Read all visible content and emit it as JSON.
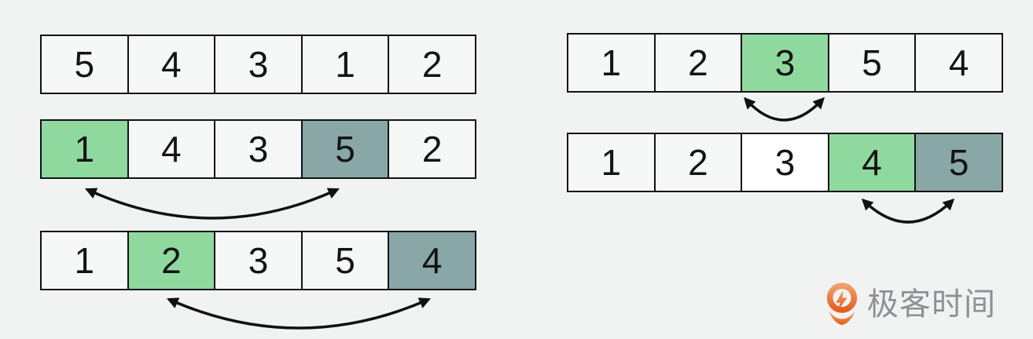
{
  "colors": {
    "green": "#90d99e",
    "gray": "#8aa7a7",
    "white": "#ffffff",
    "cell_bg": "#f6f8f7",
    "page_bg": "#f1f3f2",
    "line": "#111111",
    "logo_text_color": "#8e9193",
    "logo_orange_top": "#f0a06b",
    "logo_orange_bottom": "#e2601f"
  },
  "rows": [
    {
      "values": [
        "5",
        "4",
        "3",
        "1",
        "2"
      ],
      "highlights": [
        null,
        null,
        null,
        null,
        null
      ]
    },
    {
      "values": [
        "1",
        "4",
        "3",
        "5",
        "2"
      ],
      "highlights": [
        "green",
        null,
        null,
        "gray",
        null
      ]
    },
    {
      "values": [
        "1",
        "2",
        "3",
        "5",
        "4"
      ],
      "highlights": [
        null,
        "green",
        null,
        null,
        "gray"
      ]
    },
    {
      "values": [
        "1",
        "2",
        "3",
        "5",
        "4"
      ],
      "highlights": [
        null,
        null,
        "green",
        null,
        null
      ]
    },
    {
      "values": [
        "1",
        "2",
        "3",
        "4",
        "5"
      ],
      "highlights": [
        null,
        null,
        "white",
        "green",
        "gray"
      ]
    }
  ],
  "arrows": [
    {
      "row_index": 1,
      "from_cell_index": 0,
      "to_cell_index": 3
    },
    {
      "row_index": 2,
      "from_cell_index": 1,
      "to_cell_index": 4
    },
    {
      "row_index": 3,
      "from_cell_index": 2,
      "to_cell_index": 2
    },
    {
      "row_index": 4,
      "from_cell_index": 3,
      "to_cell_index": 4
    }
  ],
  "logo": {
    "text": "极客时间"
  }
}
